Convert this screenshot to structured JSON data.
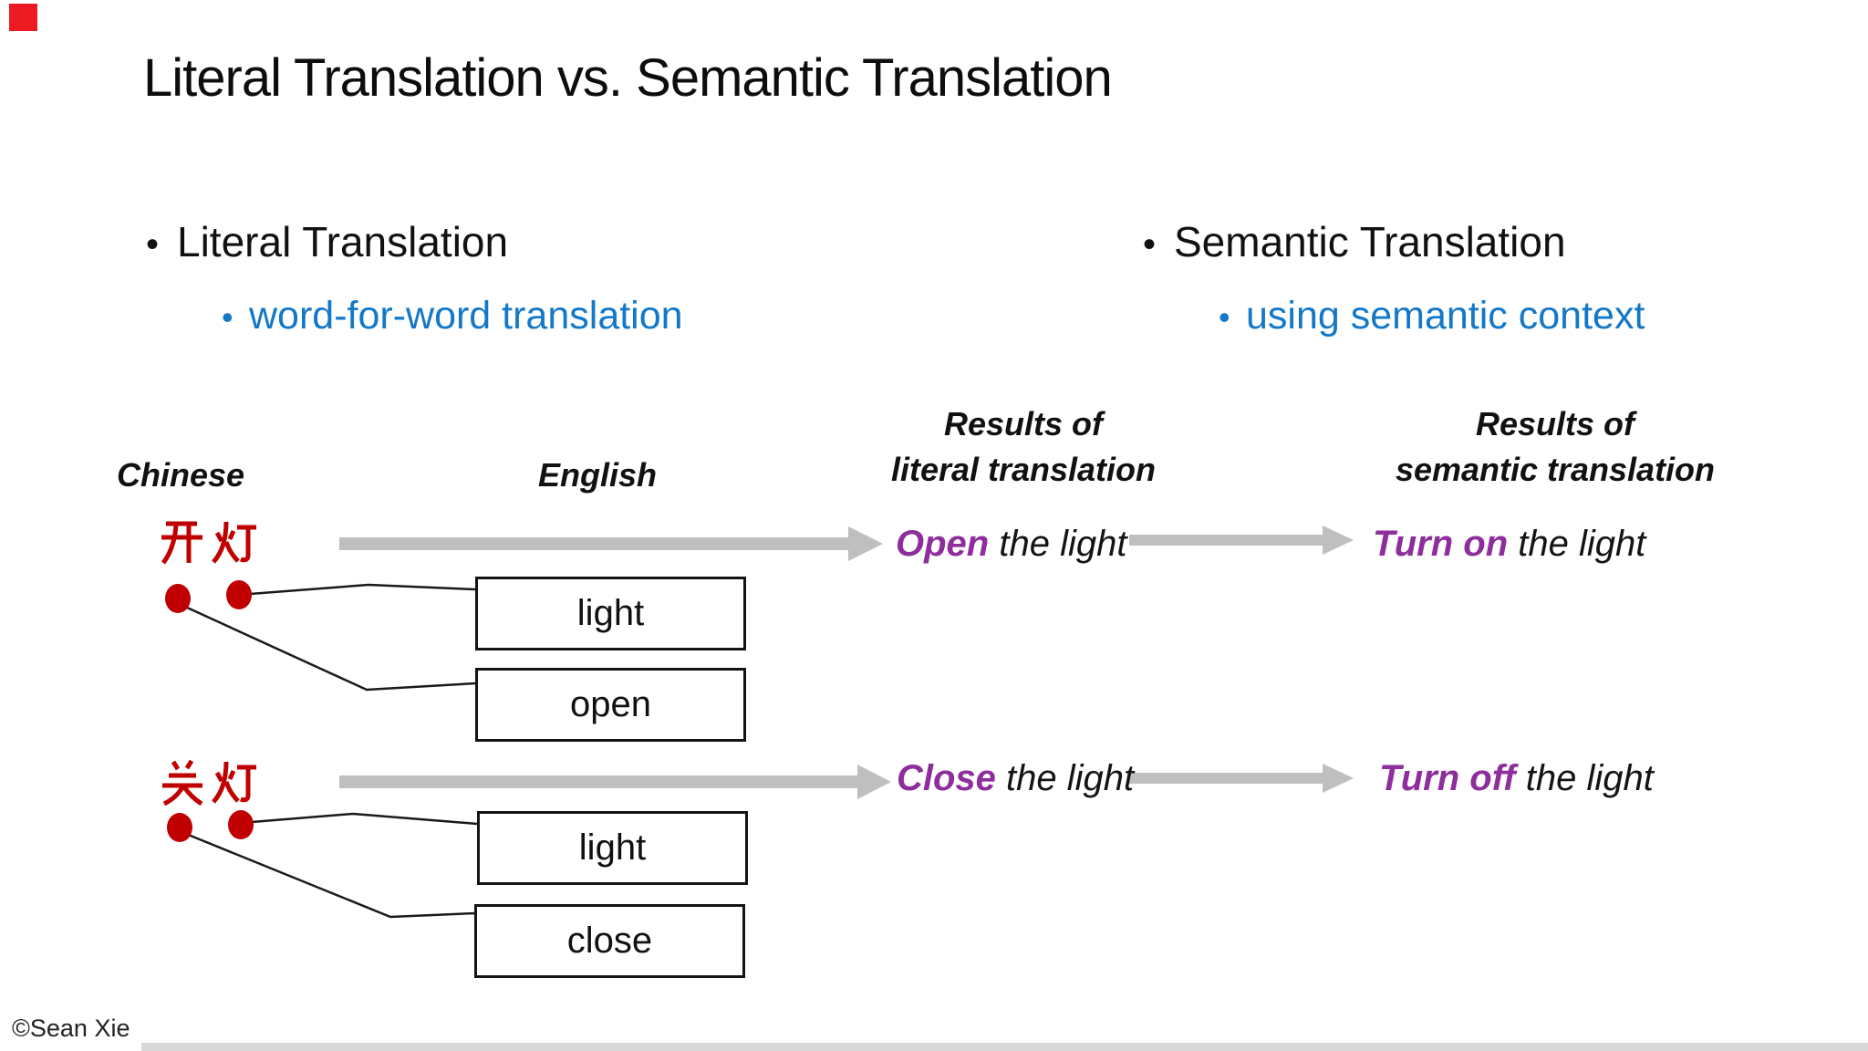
{
  "slide": {
    "title": "Literal Translation vs. Semantic Translation",
    "footer": "©Sean Xie",
    "bullet_marker": "•"
  },
  "bullets": {
    "literal": {
      "label": "Literal Translation",
      "sub": "word-for-word translation"
    },
    "semantic": {
      "label": "Semantic Translation",
      "sub": "using semantic context"
    }
  },
  "table": {
    "headers": {
      "chinese": "Chinese",
      "english": "English",
      "literal_line1": "Results of",
      "literal_line2": "literal translation",
      "semantic_line1": "Results of",
      "semantic_line2": "semantic translation"
    },
    "rows": [
      {
        "chinese": "开灯",
        "english_words": [
          "light",
          "open"
        ],
        "literal_highlight": "Open",
        "literal_rest": " the light",
        "semantic_highlight": "Turn on",
        "semantic_rest": " the light"
      },
      {
        "chinese": "关灯",
        "english_words": [
          "light",
          "close"
        ],
        "literal_highlight": "Close",
        "literal_rest": " the light",
        "semantic_highlight": "Turn off",
        "semantic_rest": " the light"
      }
    ]
  },
  "colors": {
    "chinese_red": "#c00000",
    "dot_red": "#c00000",
    "arrow_gray": "#bfbfbf",
    "sub_bullet_blue": "#1478c8",
    "highlight_purple": "#8e2e9c",
    "text_black": "#141414",
    "corner_marker_red": "#ec1b23",
    "bottom_bar_gray": "#d8d8d8"
  }
}
